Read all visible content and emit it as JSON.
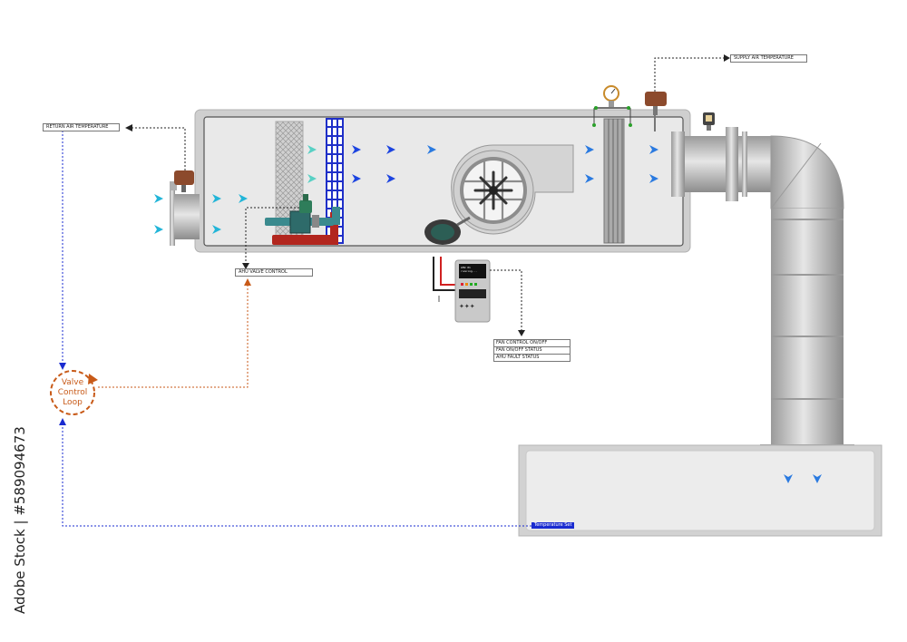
{
  "labels": {
    "return_air_temperature": "RETURN AIR TEMPERATURE",
    "supply_air_temperature": "SUPPLY AIR TEMPERATURE",
    "ahu_valve_control": "AHU VALVE CONTROL",
    "fan_status": [
      "FAN CONTROL ON/OFF",
      "FAN ON/OFF STATUS",
      "AHU FAULT STATUS"
    ],
    "valve_control_loop": [
      "Valve",
      "Control",
      "Loop"
    ],
    "temperature_set": "Temperature Set"
  },
  "watermark": "Adobe Stock | #589094673",
  "controller_screen": [
    "AHU 01",
    "running..."
  ],
  "colors": {
    "signal_blue": "#1a2bd0",
    "control_orange": "#c85a18",
    "airflow_cyan": "#22b5d8",
    "airflow_blue": "#1c44e0",
    "coil_blue": "#1f2fc8",
    "hot_pipe_red": "#b2261e",
    "duct_grey": "#b8b8b8"
  },
  "icons": [
    "duct-temperature-sensor-icon",
    "pressure-gauge-icon",
    "damper-actuator-icon",
    "centrifugal-fan-icon",
    "fan-motor-icon",
    "control-valve-icon",
    "controller-panel-icon"
  ]
}
